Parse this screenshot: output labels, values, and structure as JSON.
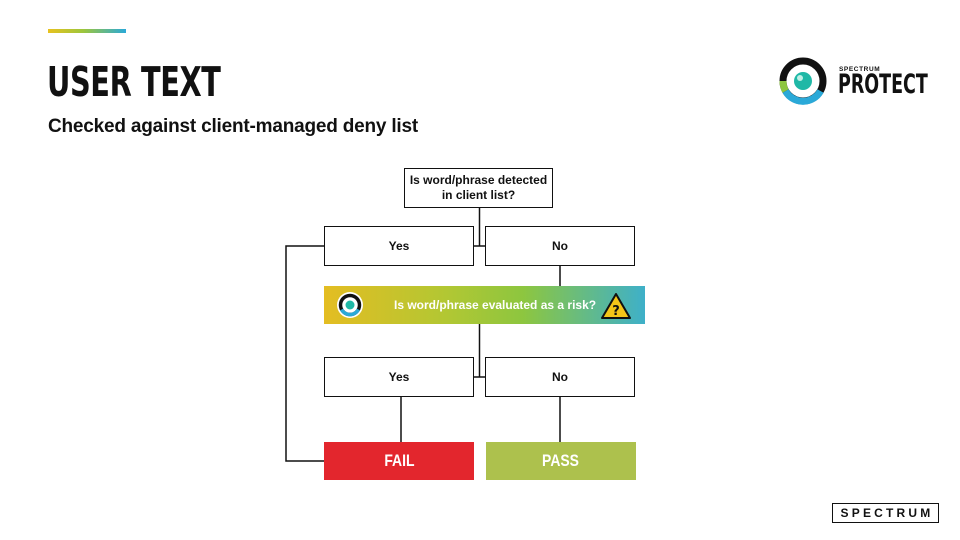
{
  "slide": {
    "title": "USER TEXT",
    "subtitle": "Checked against client-managed deny list"
  },
  "logo": {
    "small_text": "SPECTRUM",
    "big_text": "PROTECT",
    "icon": "spectrum-ring-logo"
  },
  "flowchart": {
    "question": "Is word/phrase detected in client list?",
    "first_yes": "Yes",
    "first_no": "No",
    "risk_question": "Is word/phrase evaluated as a risk?",
    "risk_icon": "spectrum-ring-icon",
    "warning_icon": "warning-triangle-question-icon",
    "second_yes": "Yes",
    "second_no": "No",
    "fail_label": "FAIL",
    "pass_label": "PASS"
  },
  "footer": {
    "brand": "SPECTRUM"
  },
  "colors": {
    "fail": "#e3262d",
    "pass": "#adc14d",
    "accent_yellow": "#e8c21f",
    "accent_green": "#8dc63f",
    "accent_blue": "#2aa9d8"
  }
}
